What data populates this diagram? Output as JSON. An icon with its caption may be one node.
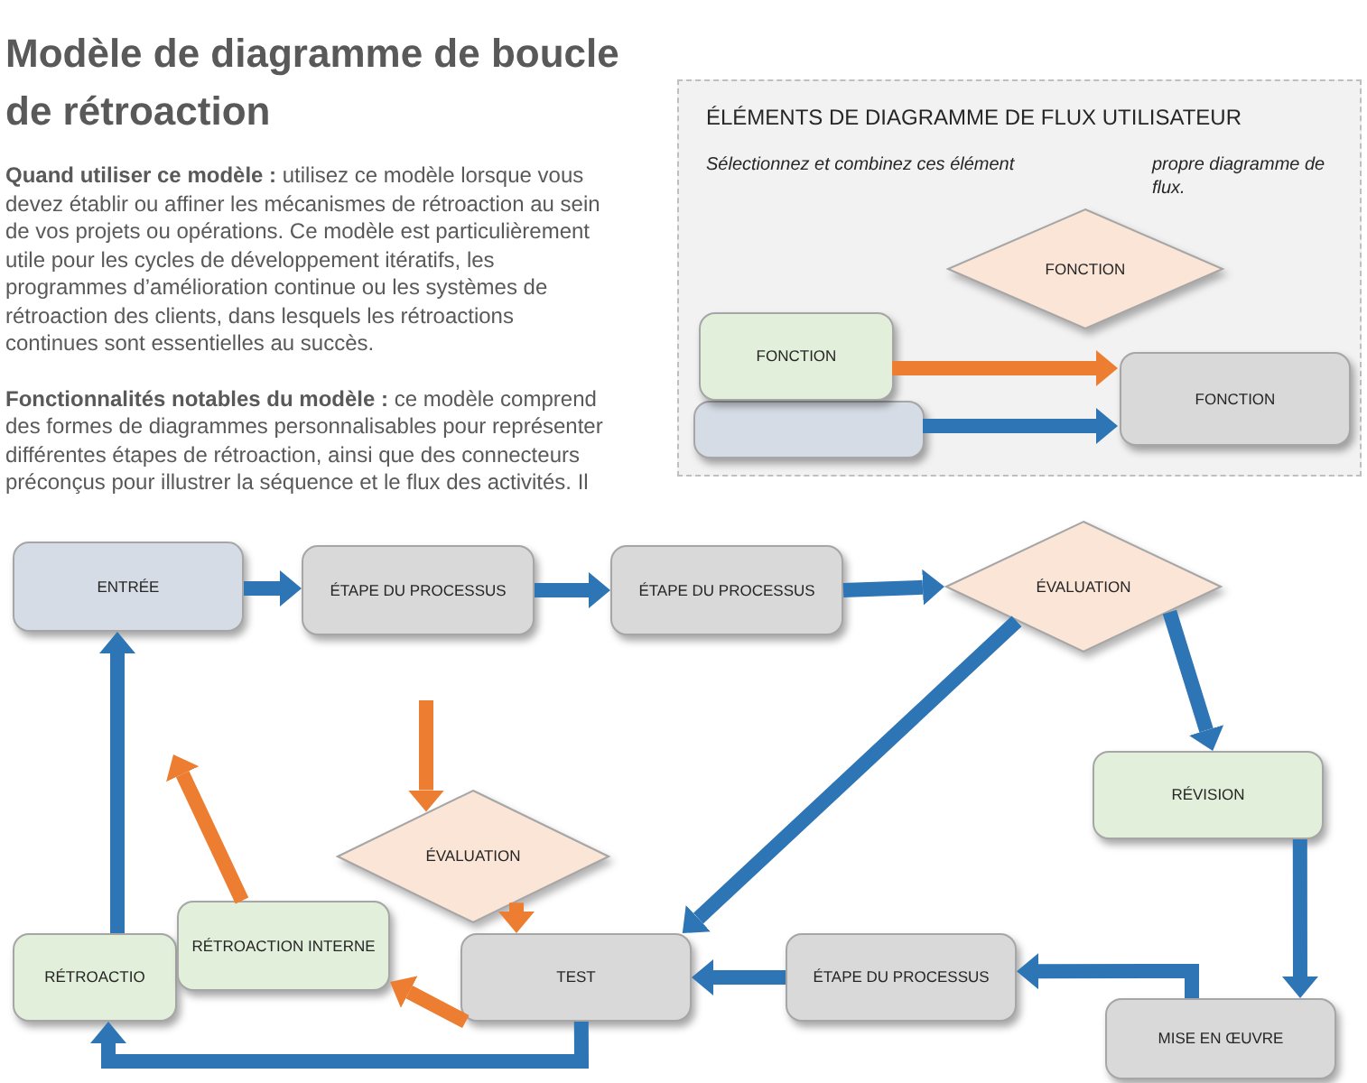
{
  "diagram": {
    "title": "Modèle de diagramme de boucle de rétroaction",
    "nodes": [
      {
        "text": [
          "ÉLÉMENTS DE DIAGRAMME DE FLUX UTILISATEUR",
          "Sélectionnez et combinez ces élément",
          "propre diagramme de flux."
        ]
      },
      {
        "text": [
          "FONCTION"
        ],
        "in": 0
      },
      {
        "text": [],
        "shape": "box",
        "in": 0
      },
      {
        "text": [
          "FONCTION"
        ],
        "in": 0
      },
      {
        "text": [
          "FONCTION"
        ],
        "in": 0
      },
      {
        "text": [
          "ENTRÉE"
        ]
      },
      {
        "text": [
          "ÉTAPE DU PROCESSUS"
        ]
      },
      {
        "text": [
          "ÉTAPE DU PROCESSUS"
        ]
      },
      {
        "text": [
          "ÉVALUATION"
        ]
      },
      {
        "text": [
          "RÉVISION"
        ]
      },
      {
        "text": [
          "ÉVALUATION"
        ]
      },
      {
        "text": [
          "RÉTROACTIO"
        ]
      },
      {
        "text": [
          "RÉTROACTION INTERNE"
        ]
      },
      {
        "text": [
          "TEST"
        ]
      },
      {
        "text": [
          "ÉTAPE DU PROCESSUS"
        ]
      },
      {
        "text": [
          "MISE EN ŒUVRE"
        ]
      }
    ],
    "edges": [
      {
        "from": 3,
        "to": 4,
        "arrow": "to",
        "color": "#ed7d31"
      },
      {
        "from": 2,
        "to": 4,
        "arrow": "to"
      },
      {
        "from": 5,
        "to": 6,
        "arrow": "to"
      },
      {
        "from": 6,
        "to": 7,
        "arrow": "to"
      },
      {
        "from": 7,
        "to": 8,
        "arrow": "to"
      },
      {
        "from": 8,
        "to": 13,
        "arrow": "to"
      },
      {
        "from": 8,
        "to": 9,
        "arrow": "to"
      },
      {
        "from": 9,
        "to": 15,
        "arrow": "to"
      },
      {
        "from": 15,
        "to": 14,
        "arrow": "to"
      },
      {
        "from": 14,
        "to": 13,
        "arrow": "to"
      },
      {
        "from": 13,
        "to": 11,
        "arrow": "to"
      },
      {
        "from": null,
        "to": 10,
        "arrow": "to",
        "color": "#ed7d31"
      },
      {
        "from": 10,
        "to": 13,
        "arrow": "to",
        "color": "#ed7d31"
      },
      {
        "from": 13,
        "to": 12,
        "arrow": "to",
        "color": "#ed7d31"
      },
      {
        "from": 12,
        "to": null,
        "arrow": "to",
        "color": "#ed7d31"
      },
      {
        "from": 11,
        "to": 5,
        "arrow": "to"
      }
    ],
    "labels": [
      "**Quand utiliser ce modèle :** utilisez ce modèle lorsque vous devez établir ou affiner les mécanismes de rétroaction au sein de vos projets ou opérations. Ce modèle est particulièrement utile pour les cycles de développement itératifs, les programmes d’amélioration continue ou les systèmes de rétroaction des clients, dans lesquels les rétroactions continues sont essentielles au succès.",
      "**Fonctionnalités notables du modèle :** ce modèle comprend des formes de diagrammes personnalisables pour représenter différentes étapes de rétroaction, ainsi que des connecteurs préconçus pour illustrer la séquence et le flux des activités. Il"
    ]
  }
}
